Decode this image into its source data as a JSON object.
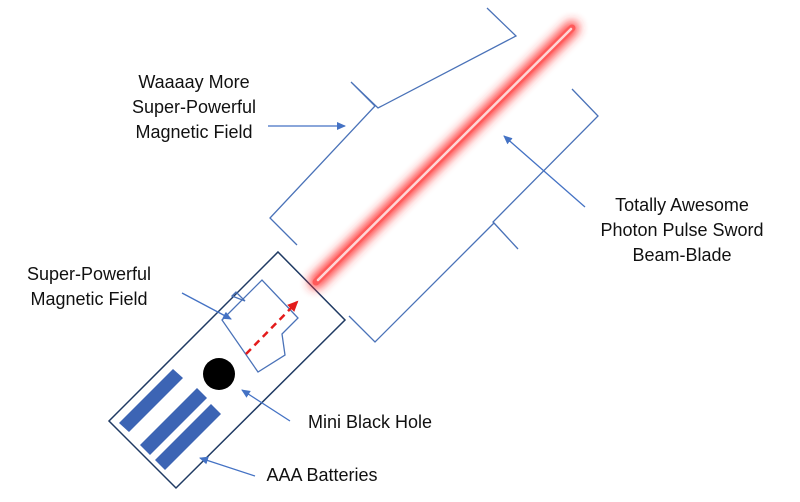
{
  "labels": {
    "big_field": {
      "lines": [
        "Waaaay More",
        "Super-Powerful",
        "Magnetic Field"
      ]
    },
    "sword": {
      "lines": [
        "Totally Awesome",
        "Photon Pulse Sword",
        "Beam-Blade"
      ]
    },
    "small_field": {
      "lines": [
        "Super-Powerful",
        "Magnetic Field"
      ]
    },
    "black_hole": "Mini Black Hole",
    "batteries": "AAA Batteries"
  },
  "colors": {
    "outline": "#1f3a63",
    "brace": "#4a72b8",
    "arrow": "#4472c4",
    "battery": "#3c64b4",
    "beam_core": "#ffd6d6",
    "beam_glow": "#ff2a2a",
    "dashed_arrow": "#e31b1b",
    "black_hole": "#000000"
  }
}
